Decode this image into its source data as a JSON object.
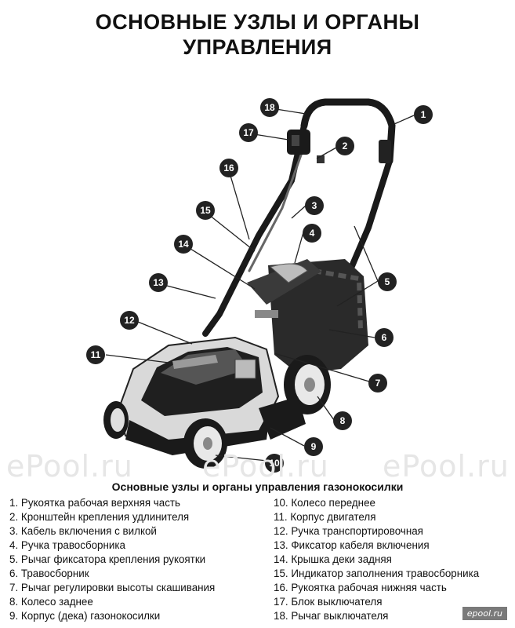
{
  "header": {
    "title_line1": "ОСНОВНЫЕ УЗЛЫ И ОРГАНЫ",
    "title_line2": "УПРАВЛЕНИЯ"
  },
  "caption": "Основные узлы и органы управления газонокосилки",
  "watermark": "ePool.ru",
  "corner_logo": "epool.ru",
  "callouts": [
    "1",
    "2",
    "3",
    "4",
    "5",
    "6",
    "7",
    "8",
    "9",
    "10",
    "11",
    "12",
    "13",
    "14",
    "15",
    "16",
    "17",
    "18"
  ],
  "parts_left": [
    "1. Рукоятка рабочая верхняя часть",
    "2. Кронштейн крепления удлинителя",
    "3. Кабель включения с вилкой",
    "4. Ручка травосборника",
    "5. Рычаг фиксатора крепления рукоятки",
    "6. Травосборник",
    "7. Рычаг регулировки высоты скашивания",
    "8. Колесо заднее",
    "9. Корпус (дека) газонокосилки"
  ],
  "parts_right": [
    "10. Колесо переднее",
    "11. Корпус двигателя",
    "12. Ручка транспортировочная",
    "13. Фиксатор кабеля включения",
    "14. Крышка деки задняя",
    "15. Индикатор заполнения травосборника",
    "16. Рукоятка рабочая нижняя часть",
    "17. Блок выключателя",
    "18. Рычаг выключателя"
  ]
}
